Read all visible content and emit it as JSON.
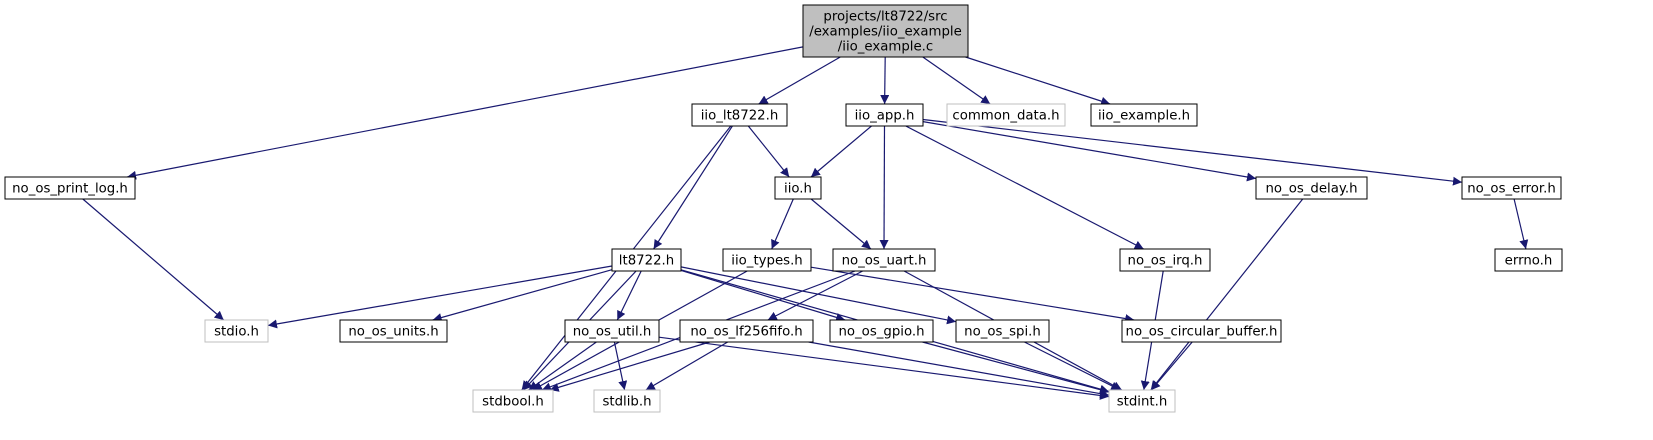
{
  "colors": {
    "edge": "#191970",
    "root_fill": "#bfbfbf",
    "node_fill": "#ffffff",
    "node_border": "#000000",
    "external_border": "#bfbfbf"
  },
  "nodes": {
    "root": {
      "lines": [
        "projects/lt8722/src",
        "/examples/iio_example",
        "/iio_example.c"
      ],
      "kind": "root"
    },
    "iio_lt8722": {
      "lines": [
        "iio_lt8722.h"
      ],
      "kind": "internal"
    },
    "iio_app": {
      "lines": [
        "iio_app.h"
      ],
      "kind": "internal"
    },
    "common_data": {
      "lines": [
        "common_data.h"
      ],
      "kind": "external"
    },
    "iio_example": {
      "lines": [
        "iio_example.h"
      ],
      "kind": "internal"
    },
    "print_log": {
      "lines": [
        "no_os_print_log.h"
      ],
      "kind": "internal"
    },
    "iio": {
      "lines": [
        "iio.h"
      ],
      "kind": "internal"
    },
    "delay": {
      "lines": [
        "no_os_delay.h"
      ],
      "kind": "internal"
    },
    "error": {
      "lines": [
        "no_os_error.h"
      ],
      "kind": "internal"
    },
    "lt8722": {
      "lines": [
        "lt8722.h"
      ],
      "kind": "internal"
    },
    "iio_types": {
      "lines": [
        "iio_types.h"
      ],
      "kind": "internal"
    },
    "uart": {
      "lines": [
        "no_os_uart.h"
      ],
      "kind": "internal"
    },
    "irq": {
      "lines": [
        "no_os_irq.h"
      ],
      "kind": "internal"
    },
    "errno": {
      "lines": [
        "errno.h"
      ],
      "kind": "internal"
    },
    "stdio": {
      "lines": [
        "stdio.h"
      ],
      "kind": "external"
    },
    "units": {
      "lines": [
        "no_os_units.h"
      ],
      "kind": "internal"
    },
    "util": {
      "lines": [
        "no_os_util.h"
      ],
      "kind": "internal"
    },
    "fifo": {
      "lines": [
        "no_os_lf256fifo.h"
      ],
      "kind": "internal"
    },
    "gpio": {
      "lines": [
        "no_os_gpio.h"
      ],
      "kind": "internal"
    },
    "spi": {
      "lines": [
        "no_os_spi.h"
      ],
      "kind": "internal"
    },
    "circ": {
      "lines": [
        "no_os_circular_buffer.h"
      ],
      "kind": "internal"
    },
    "stdbool": {
      "lines": [
        "stdbool.h"
      ],
      "kind": "external"
    },
    "stdlib": {
      "lines": [
        "stdlib.h"
      ],
      "kind": "external"
    },
    "stdint": {
      "lines": [
        "stdint.h"
      ],
      "kind": "external"
    }
  },
  "edges": [
    [
      "root",
      "iio_lt8722"
    ],
    [
      "root",
      "iio_app"
    ],
    [
      "root",
      "common_data"
    ],
    [
      "root",
      "iio_example"
    ],
    [
      "root",
      "print_log"
    ],
    [
      "print_log",
      "stdio"
    ],
    [
      "iio_lt8722",
      "iio"
    ],
    [
      "iio_lt8722",
      "lt8722"
    ],
    [
      "iio_lt8722",
      "stdbool"
    ],
    [
      "iio_app",
      "iio"
    ],
    [
      "iio_app",
      "uart"
    ],
    [
      "iio_app",
      "delay"
    ],
    [
      "iio_app",
      "error"
    ],
    [
      "iio_app",
      "irq"
    ],
    [
      "iio",
      "iio_types"
    ],
    [
      "iio",
      "uart"
    ],
    [
      "delay",
      "stdint"
    ],
    [
      "error",
      "errno"
    ],
    [
      "lt8722",
      "stdio"
    ],
    [
      "lt8722",
      "units"
    ],
    [
      "lt8722",
      "util"
    ],
    [
      "lt8722",
      "gpio"
    ],
    [
      "lt8722",
      "spi"
    ],
    [
      "lt8722",
      "stdbool"
    ],
    [
      "lt8722",
      "stdint"
    ],
    [
      "iio_types",
      "circ"
    ],
    [
      "iio_types",
      "stdbool"
    ],
    [
      "uart",
      "fifo"
    ],
    [
      "uart",
      "stdint"
    ],
    [
      "uart",
      "stdbool"
    ],
    [
      "irq",
      "stdint"
    ],
    [
      "circ",
      "stdint"
    ],
    [
      "util",
      "stdbool"
    ],
    [
      "util",
      "stdlib"
    ],
    [
      "util",
      "stdint"
    ],
    [
      "fifo",
      "stdbool"
    ],
    [
      "fifo",
      "stdlib"
    ],
    [
      "fifo",
      "stdint"
    ],
    [
      "gpio",
      "stdint"
    ],
    [
      "spi",
      "stdint"
    ]
  ]
}
